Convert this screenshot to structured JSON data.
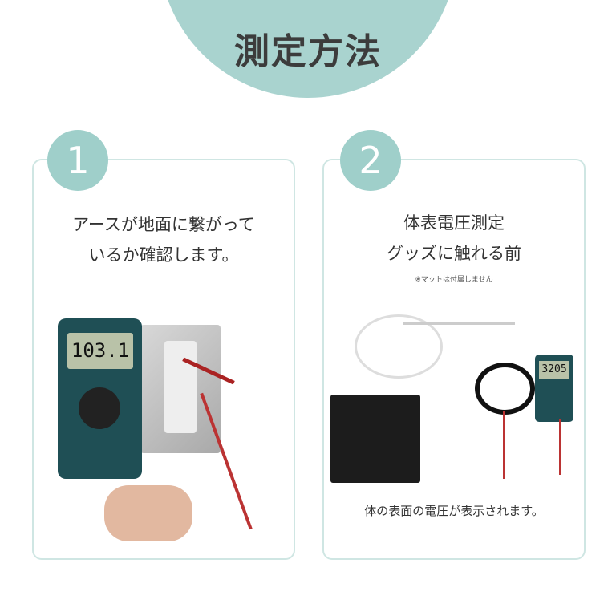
{
  "header": {
    "title": "測定方法",
    "accent_color": "#a9d3cf"
  },
  "steps": [
    {
      "number": "1",
      "lines": [
        "アースが地面に繋がって",
        "いるか確認します。"
      ],
      "photo": {
        "display": "103.1"
      }
    },
    {
      "number": "2",
      "lines": [
        "体表電圧測定",
        "グッズに触れる前"
      ],
      "note": "※マットは付属しません",
      "caption": "体の表面の電圧が表示されます。",
      "photo": {
        "display": "3205"
      }
    }
  ]
}
